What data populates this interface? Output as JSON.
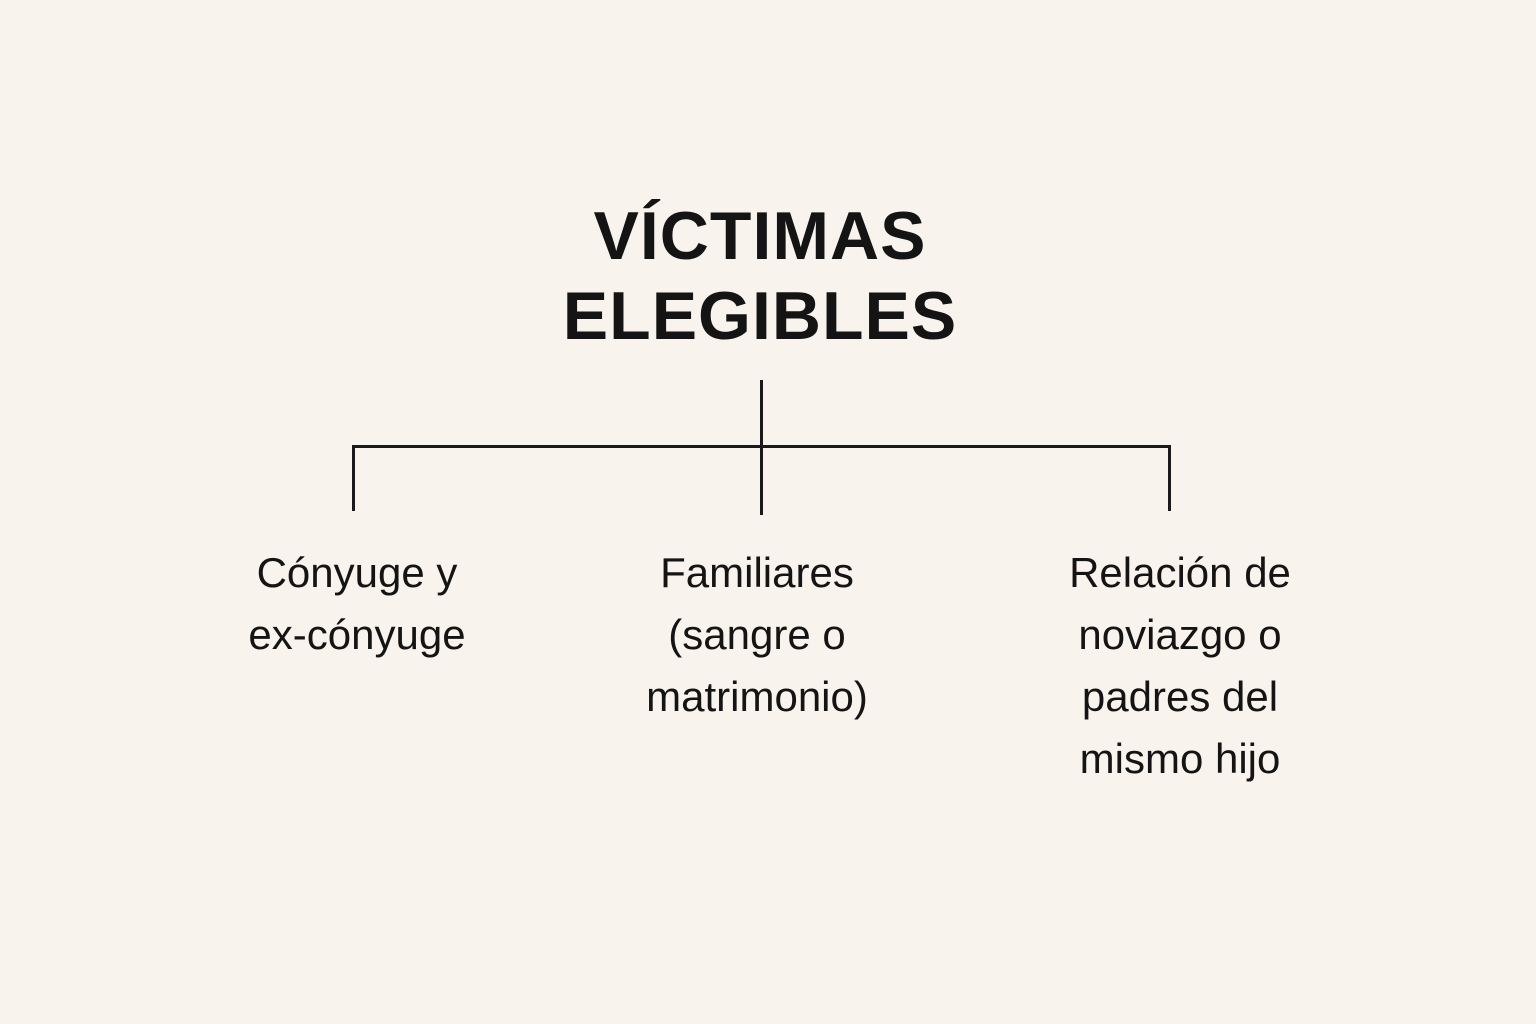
{
  "diagram": {
    "title": {
      "label": "VÍCTIMAS ELEGIBLES",
      "lines": [
        "VÍCTIMAS",
        "ELEGIBLES"
      ]
    },
    "nodes": [
      {
        "label": "Cónyuge y ex-cónyuge",
        "lines": [
          "Cónyuge y",
          "ex-cónyuge"
        ]
      },
      {
        "label": "Familiares (sangre o matrimonio)",
        "lines": [
          "Familiares",
          "(sangre o",
          "matrimonio)"
        ]
      },
      {
        "label": "Relación de noviazgo o padres del mismo hijo",
        "lines": [
          "Relación de",
          "noviazgo o",
          "padres del",
          "mismo hijo"
        ]
      }
    ],
    "colors": {
      "background": "#f8f3ec",
      "text": "#141414",
      "line": "#1a1a1a"
    }
  }
}
